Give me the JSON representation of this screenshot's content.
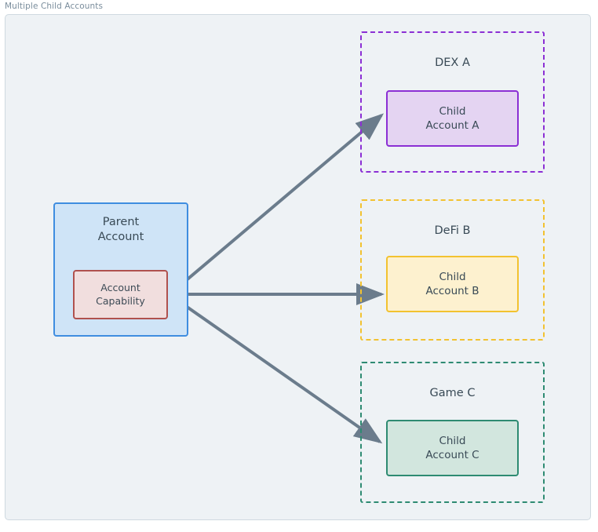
{
  "frame": {
    "caption": "Multiple Child Accounts",
    "background": "#eef2f5",
    "border_color": "#cfd9e0",
    "caption_color": "#7a8d9c"
  },
  "parent": {
    "title": "Parent\nAccount",
    "title_line1": "Parent",
    "title_line2": "Account",
    "fill": "#cfe4f7",
    "stroke": "#3f8de0",
    "capability": {
      "label_line1": "Account",
      "label_line2": "Capability",
      "fill": "#f1dede",
      "stroke": "#b0514e"
    }
  },
  "groups": [
    {
      "id": "dex-a",
      "title": "DEX A",
      "stroke": "#8b2fd4",
      "child": {
        "label_line1": "Child",
        "label_line2": "Account A",
        "fill": "#e4d4f2",
        "stroke": "#8b2fd4"
      }
    },
    {
      "id": "defi-b",
      "title": "DeFi B",
      "stroke": "#f2c230",
      "child": {
        "label_line1": "Child",
        "label_line2": "Account B",
        "fill": "#fdf1cf",
        "stroke": "#f2c230"
      }
    },
    {
      "id": "game-c",
      "title": "Game C",
      "stroke": "#2e8b72",
      "child": {
        "label_line1": "Child",
        "label_line2": "Account C",
        "fill": "#d2e6de",
        "stroke": "#2e8b72"
      }
    }
  ],
  "arrows": {
    "color": "#6b7c8c",
    "count": 3,
    "from": "Account Capability",
    "to": [
      "Child Account A",
      "Child Account B",
      "Child Account C"
    ]
  },
  "text_color": "#394a56"
}
